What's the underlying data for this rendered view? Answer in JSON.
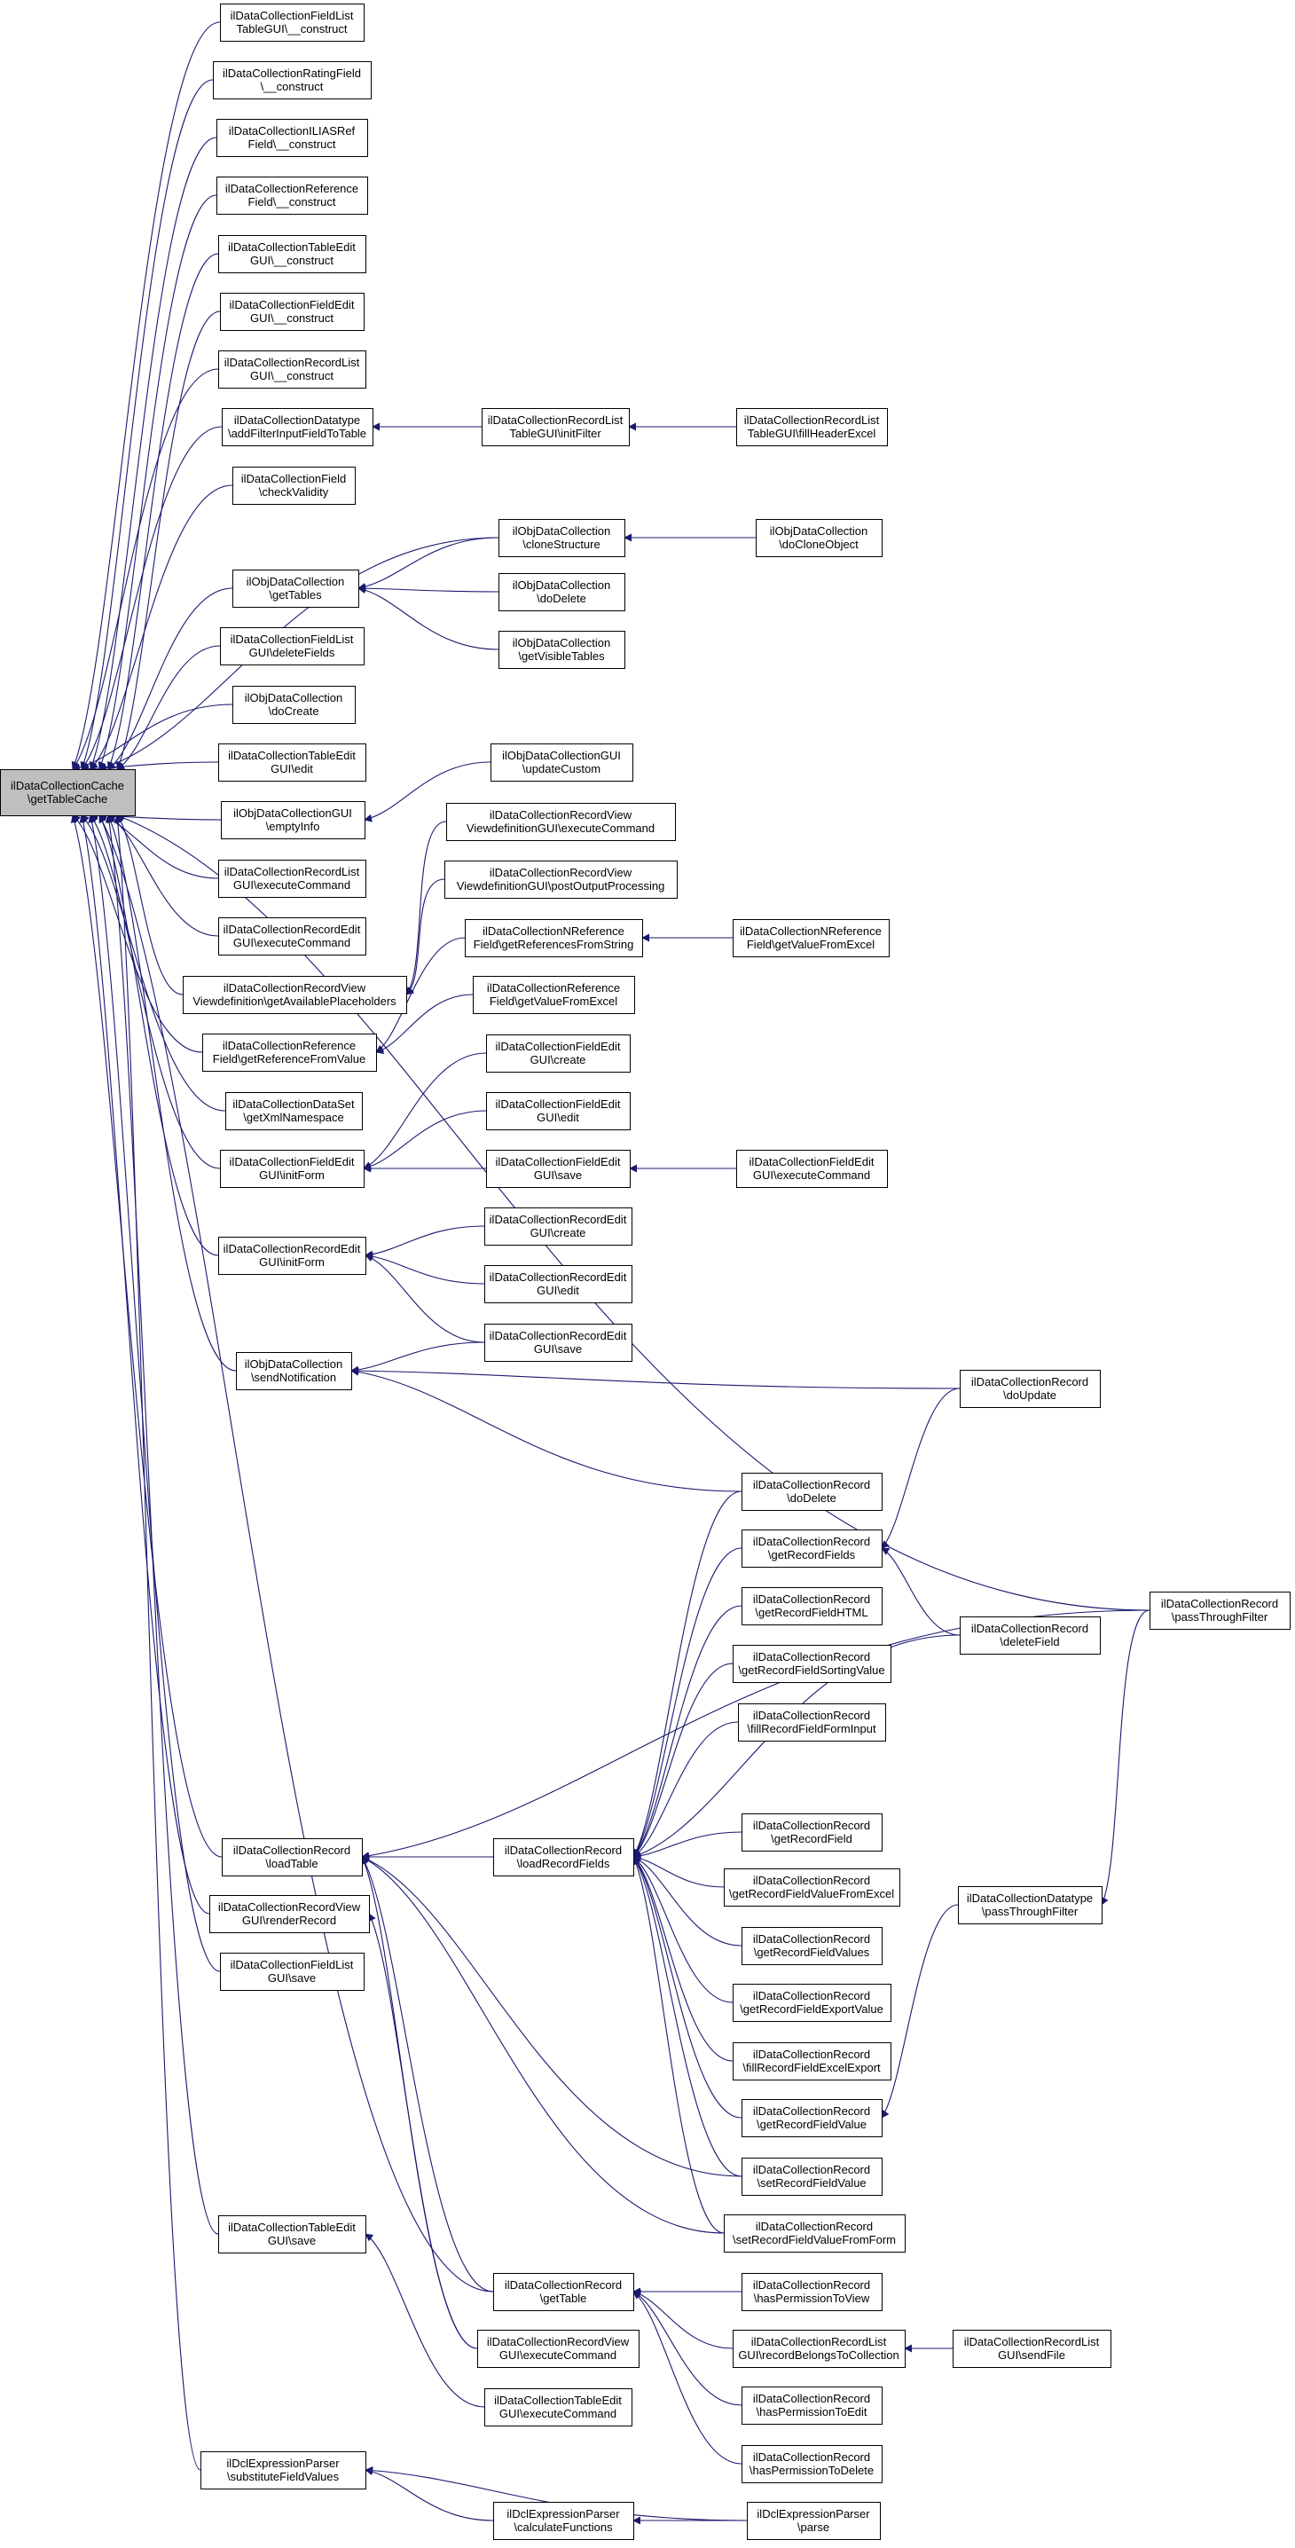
{
  "graph": {
    "type": "call-graph",
    "direction": "callers",
    "colors": {
      "edge": "#191970",
      "root_fill": "#bfbfbf",
      "node_fill": "#ffffff",
      "node_border": "#000000"
    },
    "nodes": [
      {
        "id": "root",
        "lines": [
          "ilDataCollectionCache",
          "\\getTableCache"
        ]
      },
      {
        "id": "fl_construct",
        "lines": [
          "ilDataCollectionFieldList",
          "TableGUI\\__construct"
        ]
      },
      {
        "id": "rating_construct",
        "lines": [
          "ilDataCollectionRatingField",
          "\\__construct"
        ]
      },
      {
        "id": "iliasref_construct",
        "lines": [
          "ilDataCollectionILIASRef",
          "Field\\__construct"
        ]
      },
      {
        "id": "ref_construct",
        "lines": [
          "ilDataCollectionReference",
          "Field\\__construct"
        ]
      },
      {
        "id": "tableedit_construct",
        "lines": [
          "ilDataCollectionTableEdit",
          "GUI\\__construct"
        ]
      },
      {
        "id": "fieldedit_construct",
        "lines": [
          "ilDataCollectionFieldEdit",
          "GUI\\__construct"
        ]
      },
      {
        "id": "recordlist_construct",
        "lines": [
          "ilDataCollectionRecordList",
          "GUI\\__construct"
        ]
      },
      {
        "id": "datatype_addfilter",
        "lines": [
          "ilDataCollectionDatatype",
          "\\addFilterInputFieldToTable"
        ]
      },
      {
        "id": "rlt_initfilter",
        "lines": [
          "ilDataCollectionRecordList",
          "TableGUI\\initFilter"
        ]
      },
      {
        "id": "rlt_fillheader",
        "lines": [
          "ilDataCollectionRecordList",
          "TableGUI\\fillHeaderExcel"
        ]
      },
      {
        "id": "field_checkvalidity",
        "lines": [
          "ilDataCollectionField",
          "\\checkValidity"
        ]
      },
      {
        "id": "odc_clonestructure",
        "lines": [
          "ilObjDataCollection",
          "\\cloneStructure"
        ]
      },
      {
        "id": "odc_docloneobject",
        "lines": [
          "ilObjDataCollection",
          "\\doCloneObject"
        ]
      },
      {
        "id": "odc_gettables",
        "lines": [
          "ilObjDataCollection",
          "\\getTables"
        ]
      },
      {
        "id": "odc_dodelete",
        "lines": [
          "ilObjDataCollection",
          "\\doDelete"
        ]
      },
      {
        "id": "odc_getvisibletables",
        "lines": [
          "ilObjDataCollection",
          "\\getVisibleTables"
        ]
      },
      {
        "id": "fl_deletefields",
        "lines": [
          "ilDataCollectionFieldList",
          "GUI\\deleteFields"
        ]
      },
      {
        "id": "odc_docreate",
        "lines": [
          "ilObjDataCollection",
          "\\doCreate"
        ]
      },
      {
        "id": "tableedit_edit",
        "lines": [
          "ilDataCollectionTableEdit",
          "GUI\\edit"
        ]
      },
      {
        "id": "odcgui_updatecustom",
        "lines": [
          "ilObjDataCollectionGUI",
          "\\updateCustom"
        ]
      },
      {
        "id": "odcgui_emptyinfo",
        "lines": [
          "ilObjDataCollectionGUI",
          "\\emptyInfo"
        ]
      },
      {
        "id": "rvvd_exec",
        "lines": [
          "ilDataCollectionRecordView",
          "ViewdefinitionGUI\\executeCommand"
        ]
      },
      {
        "id": "rl_exec",
        "lines": [
          "ilDataCollectionRecordList",
          "GUI\\executeCommand"
        ]
      },
      {
        "id": "rvvd_postoutput",
        "lines": [
          "ilDataCollectionRecordView",
          "ViewdefinitionGUI\\postOutputProcessing"
        ]
      },
      {
        "id": "re_exec",
        "lines": [
          "ilDataCollectionRecordEdit",
          "GUI\\executeCommand"
        ]
      },
      {
        "id": "nref_getrefs",
        "lines": [
          "ilDataCollectionNReference",
          "Field\\getReferencesFromString"
        ]
      },
      {
        "id": "nref_getvalue",
        "lines": [
          "ilDataCollectionNReference",
          "Field\\getValueFromExcel"
        ]
      },
      {
        "id": "rvvd_getplaceholders",
        "lines": [
          "ilDataCollectionRecordView",
          "Viewdefinition\\getAvailablePlaceholders"
        ]
      },
      {
        "id": "ref_getvalue",
        "lines": [
          "ilDataCollectionReference",
          "Field\\getValueFromExcel"
        ]
      },
      {
        "id": "ref_getreffromvalue",
        "lines": [
          "ilDataCollectionReference",
          "Field\\getReferenceFromValue"
        ]
      },
      {
        "id": "fe_create",
        "lines": [
          "ilDataCollectionFieldEdit",
          "GUI\\create"
        ]
      },
      {
        "id": "dataset_getxml",
        "lines": [
          "ilDataCollectionDataSet",
          "\\getXmlNamespace"
        ]
      },
      {
        "id": "fe_edit",
        "lines": [
          "ilDataCollectionFieldEdit",
          "GUI\\edit"
        ]
      },
      {
        "id": "fe_initform",
        "lines": [
          "ilDataCollectionFieldEdit",
          "GUI\\initForm"
        ]
      },
      {
        "id": "fe_save",
        "lines": [
          "ilDataCollectionFieldEdit",
          "GUI\\save"
        ]
      },
      {
        "id": "fe_exec",
        "lines": [
          "ilDataCollectionFieldEdit",
          "GUI\\executeCommand"
        ]
      },
      {
        "id": "re_create",
        "lines": [
          "ilDataCollectionRecordEdit",
          "GUI\\create"
        ]
      },
      {
        "id": "re_initform",
        "lines": [
          "ilDataCollectionRecordEdit",
          "GUI\\initForm"
        ]
      },
      {
        "id": "re_edit",
        "lines": [
          "ilDataCollectionRecordEdit",
          "GUI\\edit"
        ]
      },
      {
        "id": "re_save",
        "lines": [
          "ilDataCollectionRecordEdit",
          "GUI\\save"
        ]
      },
      {
        "id": "odc_sendnotification",
        "lines": [
          "ilObjDataCollection",
          "\\sendNotification"
        ]
      },
      {
        "id": "rec_doupdate",
        "lines": [
          "ilDataCollectionRecord",
          "\\doUpdate"
        ]
      },
      {
        "id": "rec_dodelete",
        "lines": [
          "ilDataCollectionRecord",
          "\\doDelete"
        ]
      },
      {
        "id": "rec_getrecordfields",
        "lines": [
          "ilDataCollectionRecord",
          "\\getRecordFields"
        ]
      },
      {
        "id": "rec_passthrough",
        "lines": [
          "ilDataCollectionRecord",
          "\\passThroughFilter"
        ]
      },
      {
        "id": "rec_getfieldhtml",
        "lines": [
          "ilDataCollectionRecord",
          "\\getRecordFieldHTML"
        ]
      },
      {
        "id": "rec_deletefield",
        "lines": [
          "ilDataCollectionRecord",
          "\\deleteField"
        ]
      },
      {
        "id": "rec_getsortingvalue",
        "lines": [
          "ilDataCollectionRecord",
          "\\getRecordFieldSortingValue"
        ]
      },
      {
        "id": "rec_fillforminput",
        "lines": [
          "ilDataCollectionRecord",
          "\\fillRecordFieldFormInput"
        ]
      },
      {
        "id": "rec_getrecordfield",
        "lines": [
          "ilDataCollectionRecord",
          "\\getRecordField"
        ]
      },
      {
        "id": "rec_loadtable",
        "lines": [
          "ilDataCollectionRecord",
          "\\loadTable"
        ]
      },
      {
        "id": "rec_loadrecordfields",
        "lines": [
          "ilDataCollectionRecord",
          "\\loadRecordFields"
        ]
      },
      {
        "id": "rec_getvaluefromexcel",
        "lines": [
          "ilDataCollectionRecord",
          "\\getRecordFieldValueFromExcel"
        ]
      },
      {
        "id": "rv_renderrecord",
        "lines": [
          "ilDataCollectionRecordView",
          "GUI\\renderRecord"
        ]
      },
      {
        "id": "rec_getfieldvalues",
        "lines": [
          "ilDataCollectionRecord",
          "\\getRecordFieldValues"
        ]
      },
      {
        "id": "datatype_passthrough",
        "lines": [
          "ilDataCollectionDatatype",
          "\\passThroughFilter"
        ]
      },
      {
        "id": "fl_save",
        "lines": [
          "ilDataCollectionFieldList",
          "GUI\\save"
        ]
      },
      {
        "id": "rec_getexportvalue",
        "lines": [
          "ilDataCollectionRecord",
          "\\getRecordFieldExportValue"
        ]
      },
      {
        "id": "rec_fillexcelexport",
        "lines": [
          "ilDataCollectionRecord",
          "\\fillRecordFieldExcelExport"
        ]
      },
      {
        "id": "rec_getfieldvalue",
        "lines": [
          "ilDataCollectionRecord",
          "\\getRecordFieldValue"
        ]
      },
      {
        "id": "rec_setfieldvalue",
        "lines": [
          "ilDataCollectionRecord",
          "\\setRecordFieldValue"
        ]
      },
      {
        "id": "te_save",
        "lines": [
          "ilDataCollectionTableEdit",
          "GUI\\save"
        ]
      },
      {
        "id": "rec_setvaluefromform",
        "lines": [
          "ilDataCollectionRecord",
          "\\setRecordFieldValueFromForm"
        ]
      },
      {
        "id": "rec_haspermview",
        "lines": [
          "ilDataCollectionRecord",
          "\\hasPermissionToView"
        ]
      },
      {
        "id": "rec_gettable",
        "lines": [
          "ilDataCollectionRecord",
          "\\getTable"
        ]
      },
      {
        "id": "rl_recordbelongs",
        "lines": [
          "ilDataCollectionRecordList",
          "GUI\\recordBelongsToCollection"
        ]
      },
      {
        "id": "rl_sendfile",
        "lines": [
          "ilDataCollectionRecordList",
          "GUI\\sendFile"
        ]
      },
      {
        "id": "rv_exec",
        "lines": [
          "ilDataCollectionRecordView",
          "GUI\\executeCommand"
        ]
      },
      {
        "id": "rec_haspermedit",
        "lines": [
          "ilDataCollectionRecord",
          "\\hasPermissionToEdit"
        ]
      },
      {
        "id": "te_exec",
        "lines": [
          "ilDataCollectionTableEdit",
          "GUI\\executeCommand"
        ]
      },
      {
        "id": "rec_haspermdelete",
        "lines": [
          "ilDataCollectionRecord",
          "\\hasPermissionToDelete"
        ]
      },
      {
        "id": "dcl_substitute",
        "lines": [
          "ilDclExpressionParser",
          "\\substituteFieldValues"
        ]
      },
      {
        "id": "dcl_parse",
        "lines": [
          "ilDclExpressionParser",
          "\\parse"
        ]
      },
      {
        "id": "dcl_calculate",
        "lines": [
          "ilDclExpressionParser",
          "\\calculateFunctions"
        ]
      }
    ],
    "edges": [
      [
        "root",
        "fl_construct"
      ],
      [
        "root",
        "rating_construct"
      ],
      [
        "root",
        "iliasref_construct"
      ],
      [
        "root",
        "ref_construct"
      ],
      [
        "root",
        "tableedit_construct"
      ],
      [
        "root",
        "fieldedit_construct"
      ],
      [
        "root",
        "recordlist_construct"
      ],
      [
        "root",
        "datatype_addfilter"
      ],
      [
        "root",
        "field_checkvalidity"
      ],
      [
        "root",
        "odc_clonestructure"
      ],
      [
        "root",
        "odc_gettables"
      ],
      [
        "root",
        "fl_deletefields"
      ],
      [
        "root",
        "odc_docreate"
      ],
      [
        "root",
        "tableedit_edit"
      ],
      [
        "root",
        "odcgui_emptyinfo"
      ],
      [
        "root",
        "rl_exec"
      ],
      [
        "root",
        "re_exec"
      ],
      [
        "root",
        "rvvd_getplaceholders"
      ],
      [
        "root",
        "ref_getreffromvalue"
      ],
      [
        "root",
        "dataset_getxml"
      ],
      [
        "root",
        "fe_initform"
      ],
      [
        "root",
        "re_initform"
      ],
      [
        "root",
        "odc_sendnotification"
      ],
      [
        "root",
        "rec_passthrough"
      ],
      [
        "root",
        "rec_loadtable"
      ],
      [
        "root",
        "rv_renderrecord"
      ],
      [
        "root",
        "fl_save"
      ],
      [
        "root",
        "rec_gettable"
      ],
      [
        "root",
        "te_save"
      ],
      [
        "root",
        "dcl_substitute"
      ],
      [
        "datatype_addfilter",
        "rlt_initfilter"
      ],
      [
        "rlt_initfilter",
        "rlt_fillheader"
      ],
      [
        "odc_clonestructure",
        "odc_docloneobject"
      ],
      [
        "odc_gettables",
        "odc_clonestructure"
      ],
      [
        "odc_gettables",
        "odc_dodelete"
      ],
      [
        "odc_gettables",
        "odc_getvisibletables"
      ],
      [
        "odcgui_emptyinfo",
        "odcgui_updatecustom"
      ],
      [
        "rvvd_getplaceholders",
        "rvvd_exec"
      ],
      [
        "rvvd_getplaceholders",
        "rvvd_postoutput"
      ],
      [
        "ref_getreffromvalue",
        "nref_getrefs"
      ],
      [
        "ref_getreffromvalue",
        "ref_getvalue"
      ],
      [
        "nref_getrefs",
        "nref_getvalue"
      ],
      [
        "fe_initform",
        "fe_create"
      ],
      [
        "fe_initform",
        "fe_edit"
      ],
      [
        "fe_initform",
        "fe_save"
      ],
      [
        "fe_save",
        "fe_exec"
      ],
      [
        "re_initform",
        "re_create"
      ],
      [
        "re_initform",
        "re_edit"
      ],
      [
        "re_initform",
        "re_save"
      ],
      [
        "odc_sendnotification",
        "re_save"
      ],
      [
        "odc_sendnotification",
        "rec_doupdate"
      ],
      [
        "odc_sendnotification",
        "rec_dodelete"
      ],
      [
        "rec_getrecordfields",
        "rec_doupdate"
      ],
      [
        "rec_getrecordfields",
        "rec_deletefield"
      ],
      [
        "rec_loadtable",
        "rec_passthrough"
      ],
      [
        "rec_loadtable",
        "rec_loadrecordfields"
      ],
      [
        "rec_loadtable",
        "rec_setfieldvalue"
      ],
      [
        "rec_loadtable",
        "rec_setvaluefromform"
      ],
      [
        "rec_loadtable",
        "rec_gettable"
      ],
      [
        "rec_loadtable",
        "rv_exec"
      ],
      [
        "rec_loadrecordfields",
        "rec_dodelete"
      ],
      [
        "rec_loadrecordfields",
        "rec_getrecordfields"
      ],
      [
        "rec_loadrecordfields",
        "rec_getfieldhtml"
      ],
      [
        "rec_loadrecordfields",
        "rec_getsortingvalue"
      ],
      [
        "rec_loadrecordfields",
        "rec_fillforminput"
      ],
      [
        "rec_loadrecordfields",
        "rec_deletefield"
      ],
      [
        "rec_loadrecordfields",
        "rec_getrecordfield"
      ],
      [
        "rec_loadrecordfields",
        "rec_getvaluefromexcel"
      ],
      [
        "rec_loadrecordfields",
        "rec_getfieldvalues"
      ],
      [
        "rec_loadrecordfields",
        "rec_getexportvalue"
      ],
      [
        "rec_loadrecordfields",
        "rec_fillexcelexport"
      ],
      [
        "rec_loadrecordfields",
        "rec_getfieldvalue"
      ],
      [
        "rec_loadrecordfields",
        "rec_setfieldvalue"
      ],
      [
        "rec_loadrecordfields",
        "rec_setvaluefromform"
      ],
      [
        "rec_getfieldvalue",
        "datatype_passthrough"
      ],
      [
        "datatype_passthrough",
        "rec_passthrough"
      ],
      [
        "rv_renderrecord",
        "rv_exec"
      ],
      [
        "te_save",
        "te_exec"
      ],
      [
        "rec_gettable",
        "rec_haspermview"
      ],
      [
        "rec_gettable",
        "rl_recordbelongs"
      ],
      [
        "rec_gettable",
        "rec_haspermedit"
      ],
      [
        "rec_gettable",
        "rec_haspermdelete"
      ],
      [
        "rl_recordbelongs",
        "rl_sendfile"
      ],
      [
        "dcl_substitute",
        "dcl_calculate"
      ],
      [
        "dcl_substitute",
        "dcl_parse"
      ],
      [
        "dcl_calculate",
        "dcl_parse"
      ]
    ]
  }
}
